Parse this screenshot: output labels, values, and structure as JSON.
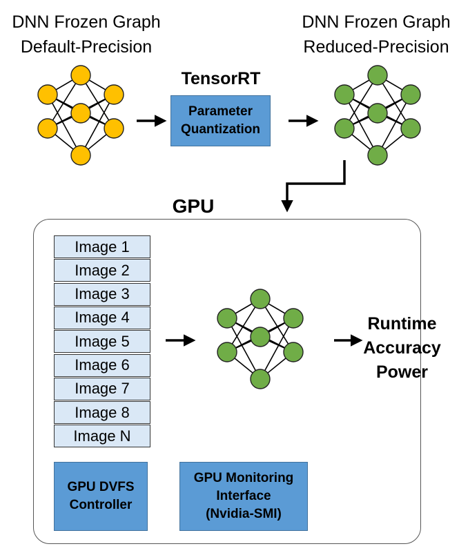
{
  "input_graph": {
    "line1": "DNN Frozen Graph",
    "line2": "Default-Precision",
    "node_color": "#ffc000"
  },
  "output_graph": {
    "line1": "DNN Frozen Graph",
    "line2": "Reduced-Precision",
    "node_color": "#70ad47"
  },
  "tensorrt": {
    "label": "TensorRT",
    "box_line1": "Parameter",
    "box_line2": "Quantization"
  },
  "gpu": {
    "label": "GPU",
    "images": [
      "Image 1",
      "Image 2",
      "Image 3",
      "Image 4",
      "Image 5",
      "Image 6",
      "Image 7",
      "Image 8",
      "Image N"
    ],
    "dvfs": {
      "line1": "GPU DVFS",
      "line2": "Controller"
    },
    "monitor": {
      "line1": "GPU Monitoring",
      "line2": "Interface",
      "line3": "(Nvidia-SMI)"
    }
  },
  "outputs": [
    "Runtime",
    "Accuracy",
    "Power"
  ],
  "colors": {
    "box_blue": "#5b9bd5",
    "image_fill": "#dae8f6"
  }
}
